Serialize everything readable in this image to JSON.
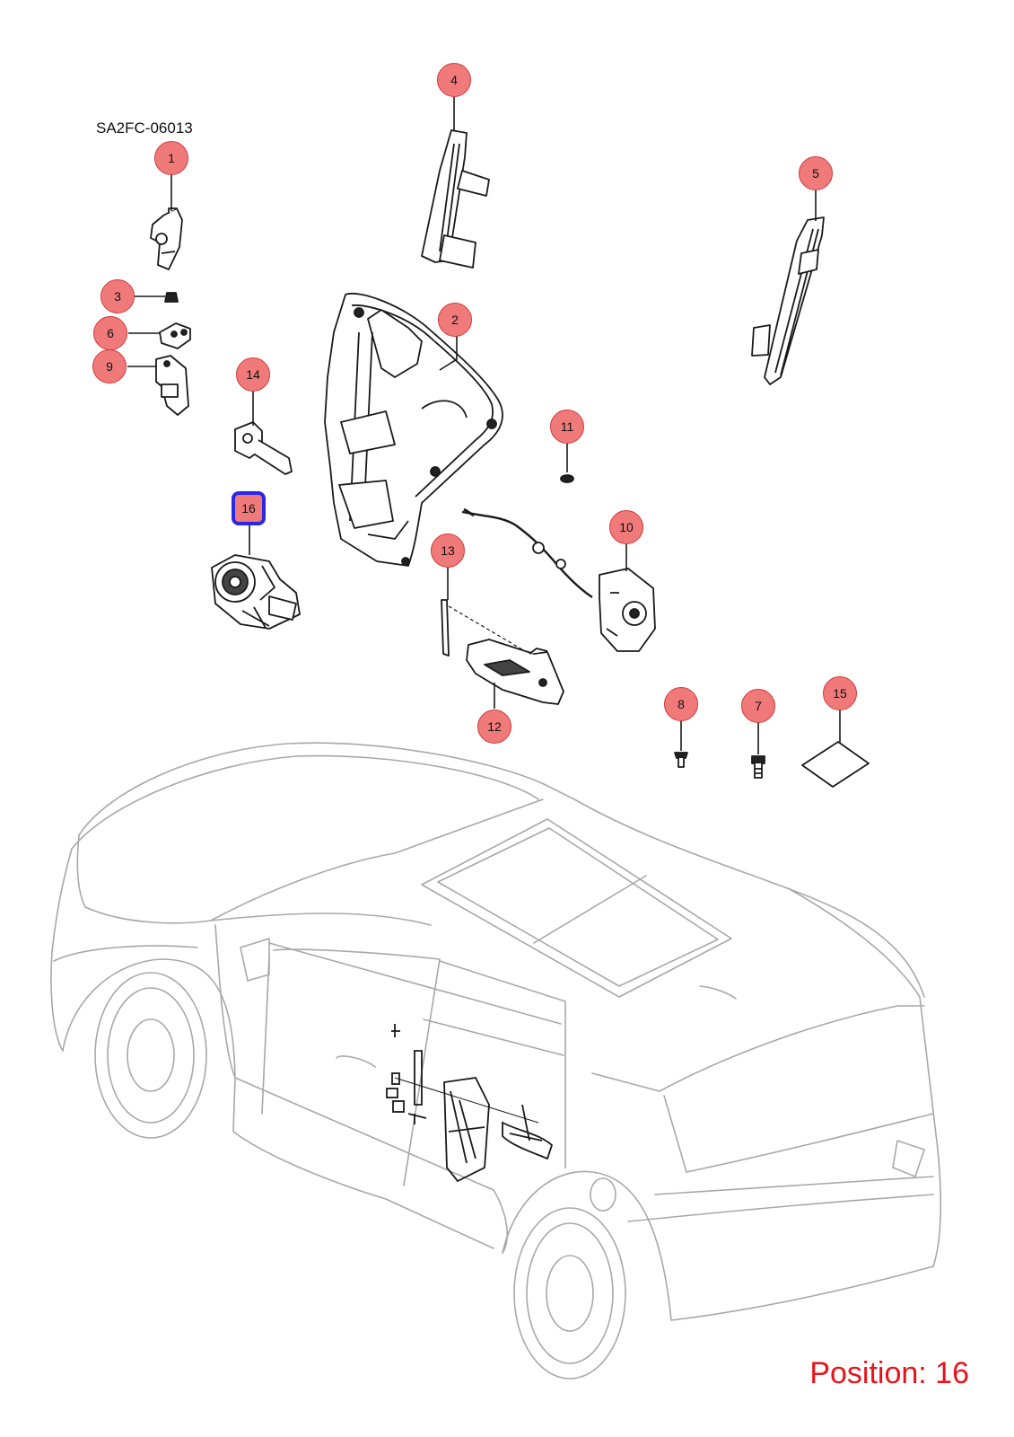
{
  "diagram": {
    "code": "SA2FC-06013",
    "position_label": "Position: 16",
    "selected_callout": "16"
  },
  "callouts": [
    {
      "number": "1"
    },
    {
      "number": "2"
    },
    {
      "number": "3"
    },
    {
      "number": "4"
    },
    {
      "number": "5"
    },
    {
      "number": "6"
    },
    {
      "number": "7"
    },
    {
      "number": "8"
    },
    {
      "number": "9"
    },
    {
      "number": "10"
    },
    {
      "number": "11"
    },
    {
      "number": "12"
    },
    {
      "number": "13"
    },
    {
      "number": "14"
    },
    {
      "number": "15"
    },
    {
      "number": "16"
    }
  ],
  "colors": {
    "callout_fill": "#f07a7a",
    "callout_border": "#d23a3a",
    "selected_outline": "#2a27e6",
    "position_text": "#e8141b",
    "car_outline": "#a8a8a8",
    "part_ink": "#1a1a1a"
  }
}
